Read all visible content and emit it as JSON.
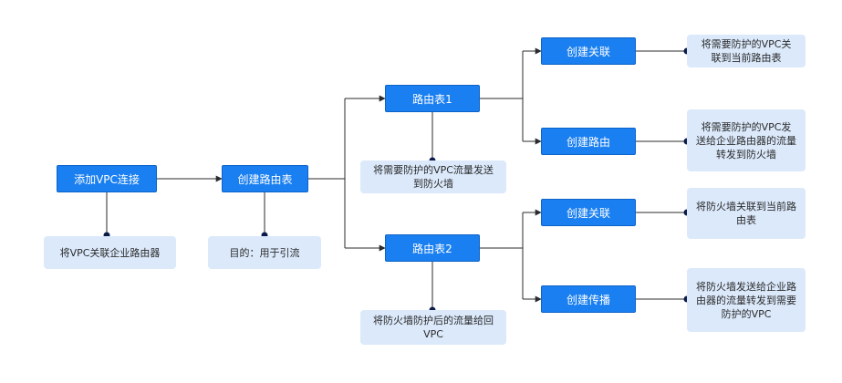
{
  "colors": {
    "box_fill": "#1a7ff0",
    "box_border": "#0d63c7",
    "note_fill": "#dbe9fb",
    "line": "#2b2b2b",
    "dot": "#0b1b4a"
  },
  "nodes": {
    "add_vpc": "添加VPC连接",
    "create_route_table": "创建路由表",
    "route_table_1": "路由表1",
    "route_table_2": "路由表2",
    "create_assoc_1": "创建关联",
    "create_route": "创建路由",
    "create_assoc_2": "创建关联",
    "create_propagation": "创建传播"
  },
  "notes": {
    "add_vpc": [
      "将VPC关联企业路由器"
    ],
    "create_route_table": [
      "目的：用于引流"
    ],
    "route_table_1": [
      "将需要防护的VPC流量发送",
      "到防火墙"
    ],
    "route_table_2": [
      "将防火墙防护后的流量给回",
      "VPC"
    ],
    "create_assoc_1": [
      "将需要防护的VPC关",
      "联到当前路由表"
    ],
    "create_route": [
      "将需要防护的VPC发",
      "送给企业路由器的流量",
      "转发到防火墙"
    ],
    "create_assoc_2": [
      "将防火墙关联到当前路",
      "由表"
    ],
    "create_propagation": [
      "将防火墙发送给企业路",
      "由器的流量转发到需要",
      "防护的VPC"
    ]
  }
}
